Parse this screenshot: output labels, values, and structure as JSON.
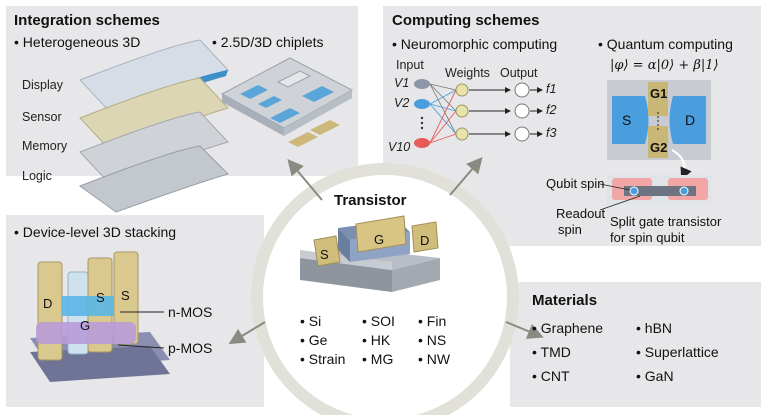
{
  "integration": {
    "title": "Integration schemes",
    "hetero": "• Heterogeneous 3D",
    "chiplets": "• 2.5D/3D chiplets",
    "layers": [
      "Display",
      "Sensor",
      "Memory",
      "Logic"
    ],
    "device_level": "• Device-level 3D stacking",
    "stack_letters": [
      "D",
      "S",
      "S",
      "G"
    ],
    "nmos": "n-MOS",
    "pmos": "p-MOS"
  },
  "computing": {
    "title": "Computing schemes",
    "neuro": "• Neuromorphic computing",
    "quantum": "• Quantum computing",
    "input": "Input",
    "weights": "Weights",
    "output": "Output",
    "v_inputs": [
      "V1",
      "V2",
      "V10"
    ],
    "f_outputs": [
      "f1",
      "f2",
      "f3"
    ],
    "psi": "|φ⟩ = α|0⟩ + β|1⟩",
    "gate1": "G1",
    "gate2": "G2",
    "qs": "S",
    "qd": "D",
    "qubit_spin": "Qubit spin",
    "readout": "Readout",
    "readout2": "spin",
    "split1": "Split gate transistor",
    "split2": "for spin qubit"
  },
  "transistor": {
    "title": "Transistor",
    "s": "S",
    "g": "G",
    "d": "D",
    "col1": [
      "• Si",
      "• Ge",
      "• Strain"
    ],
    "col2": [
      "• SOI",
      "• HK",
      "• MG"
    ],
    "col3": [
      "• Fin",
      "• NS",
      "• NW"
    ]
  },
  "materials": {
    "title": "Materials",
    "col1": [
      "• Graphene",
      "• TMD",
      "• CNT"
    ],
    "col2": [
      "• hBN",
      "• Superlattice",
      "• GaN"
    ]
  },
  "colors": {
    "panel": "#e7e7ea",
    "gold": "#cdb87a",
    "blue": "#4aa8d8",
    "red": "#e65a5a",
    "pink": "#f2a6a6"
  }
}
